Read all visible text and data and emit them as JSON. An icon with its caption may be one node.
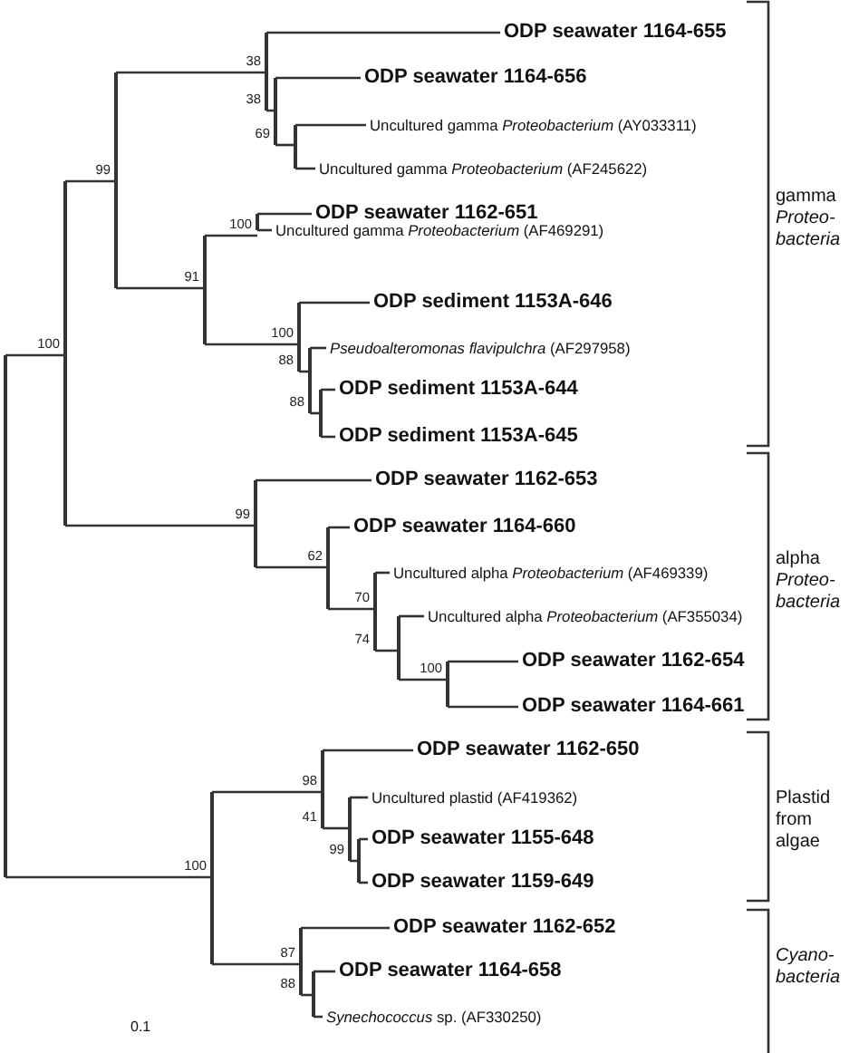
{
  "diagram": {
    "nodes": [
      {
        "text": [],
        "shape": "point"
      },
      {
        "text": [],
        "shape": "point"
      },
      {
        "text": [],
        "shape": "point"
      },
      {
        "text": [],
        "shape": "point"
      },
      {
        "text": [
          "ODP seawater 1164-655"
        ]
      },
      {
        "text": [],
        "shape": "point"
      },
      {
        "text": [
          "ODP seawater 1164-656"
        ]
      },
      {
        "text": [],
        "shape": "point"
      },
      {
        "text": [
          "Uncultured gamma *Proteobacterium* (AY033311)"
        ]
      },
      {
        "text": [
          "Uncultured gamma *Proteobacterium* (AF245622)"
        ]
      },
      {
        "text": [],
        "shape": "point"
      },
      {
        "text": [],
        "shape": "point"
      },
      {
        "text": [
          "ODP seawater 1162-651"
        ]
      },
      {
        "text": [
          "Uncultured gamma *Proteobacterium* (AF469291)"
        ]
      },
      {
        "text": [],
        "shape": "point"
      },
      {
        "text": [
          "ODP sediment 1153A-646"
        ]
      },
      {
        "text": [],
        "shape": "point"
      },
      {
        "text": [
          "*Pseudoalteromonas flavipulchra* (AF297958)"
        ]
      },
      {
        "text": [],
        "shape": "point"
      },
      {
        "text": [
          "ODP sediment 1153A-644"
        ]
      },
      {
        "text": [
          "ODP sediment 1153A-645"
        ]
      },
      {
        "text": [],
        "shape": "point"
      },
      {
        "text": [
          "ODP seawater 1162-653"
        ]
      },
      {
        "text": [],
        "shape": "point"
      },
      {
        "text": [
          "ODP seawater 1164-660"
        ]
      },
      {
        "text": [],
        "shape": "point"
      },
      {
        "text": [
          "Uncultured alpha *Proteobacterium* (AF469339)"
        ]
      },
      {
        "text": [],
        "shape": "point"
      },
      {
        "text": [
          "Uncultured alpha *Proteobacterium* (AF355034)"
        ]
      },
      {
        "text": [],
        "shape": "point"
      },
      {
        "text": [
          "ODP seawater 1162-654"
        ]
      },
      {
        "text": [
          "ODP seawater 1164-661"
        ]
      },
      {
        "text": [],
        "shape": "point"
      },
      {
        "text": [],
        "shape": "point"
      },
      {
        "text": [
          "ODP seawater 1162-650"
        ]
      },
      {
        "text": [],
        "shape": "point"
      },
      {
        "text": [
          "Uncultured plastid (AF419362)"
        ]
      },
      {
        "text": [],
        "shape": "point"
      },
      {
        "text": [
          "ODP seawater 1155-648"
        ]
      },
      {
        "text": [
          "ODP seawater 1159-649"
        ]
      },
      {
        "text": [],
        "shape": "point"
      },
      {
        "text": [
          "ODP seawater 1162-652"
        ]
      },
      {
        "text": [],
        "shape": "point"
      },
      {
        "text": [
          "ODP seawater 1164-658"
        ]
      },
      {
        "text": [
          "*Synechococcus* sp. (AF330250)"
        ]
      }
    ],
    "edges": [
      {
        "from": 0,
        "to": 1,
        "arrow": "none"
      },
      {
        "from": 1,
        "to": 2,
        "arrow": "none"
      },
      {
        "from": 2,
        "to": 3,
        "arrow": "none"
      },
      {
        "from": 3,
        "to": 4,
        "arrow": "none"
      },
      {
        "from": 3,
        "to": 5,
        "arrow": "none"
      },
      {
        "from": 5,
        "to": 6,
        "arrow": "none"
      },
      {
        "from": 5,
        "to": 7,
        "arrow": "none"
      },
      {
        "from": 7,
        "to": 8,
        "arrow": "none"
      },
      {
        "from": 7,
        "to": 9,
        "arrow": "none"
      },
      {
        "from": 2,
        "to": 10,
        "arrow": "none"
      },
      {
        "from": 10,
        "to": 11,
        "arrow": "none"
      },
      {
        "from": 11,
        "to": 12,
        "arrow": "none"
      },
      {
        "from": 11,
        "to": 13,
        "arrow": "none"
      },
      {
        "from": 10,
        "to": 14,
        "arrow": "none"
      },
      {
        "from": 14,
        "to": 15,
        "arrow": "none"
      },
      {
        "from": 14,
        "to": 16,
        "arrow": "none"
      },
      {
        "from": 16,
        "to": 17,
        "arrow": "none"
      },
      {
        "from": 16,
        "to": 18,
        "arrow": "none"
      },
      {
        "from": 18,
        "to": 19,
        "arrow": "none"
      },
      {
        "from": 18,
        "to": 20,
        "arrow": "none"
      },
      {
        "from": 1,
        "to": 21,
        "arrow": "none"
      },
      {
        "from": 21,
        "to": 22,
        "arrow": "none"
      },
      {
        "from": 21,
        "to": 23,
        "arrow": "none"
      },
      {
        "from": 23,
        "to": 24,
        "arrow": "none"
      },
      {
        "from": 23,
        "to": 25,
        "arrow": "none"
      },
      {
        "from": 25,
        "to": 26,
        "arrow": "none"
      },
      {
        "from": 25,
        "to": 27,
        "arrow": "none"
      },
      {
        "from": 27,
        "to": 28,
        "arrow": "none"
      },
      {
        "from": 27,
        "to": 29,
        "arrow": "none"
      },
      {
        "from": 29,
        "to": 30,
        "arrow": "none"
      },
      {
        "from": 29,
        "to": 31,
        "arrow": "none"
      },
      {
        "from": 0,
        "to": 32,
        "arrow": "none"
      },
      {
        "from": 32,
        "to": 33,
        "arrow": "none"
      },
      {
        "from": 33,
        "to": 34,
        "arrow": "none"
      },
      {
        "from": 33,
        "to": 35,
        "arrow": "none"
      },
      {
        "from": 35,
        "to": 36,
        "arrow": "none"
      },
      {
        "from": 35,
        "to": 37,
        "arrow": "none"
      },
      {
        "from": 37,
        "to": 38,
        "arrow": "none"
      },
      {
        "from": 37,
        "to": 39,
        "arrow": "none"
      },
      {
        "from": 32,
        "to": 40,
        "arrow": "none"
      },
      {
        "from": 40,
        "to": 41,
        "arrow": "none"
      },
      {
        "from": 40,
        "to": 42,
        "arrow": "none"
      },
      {
        "from": 42,
        "to": 43,
        "arrow": "none"
      },
      {
        "from": 42,
        "to": 44,
        "arrow": "none"
      }
    ],
    "labels": [
      "38",
      "38",
      "69",
      "99",
      "100",
      "91",
      "100",
      "100",
      "88",
      "88",
      "99",
      "62",
      "70",
      "74",
      "100",
      "98",
      "41",
      "99",
      "100",
      "87",
      "88",
      "gamma *Proteo- bacteria*",
      "alpha *Proteo- bacteria*",
      "Plastid from algae",
      "*Cyano- bacteria*",
      "0.1"
    ]
  }
}
